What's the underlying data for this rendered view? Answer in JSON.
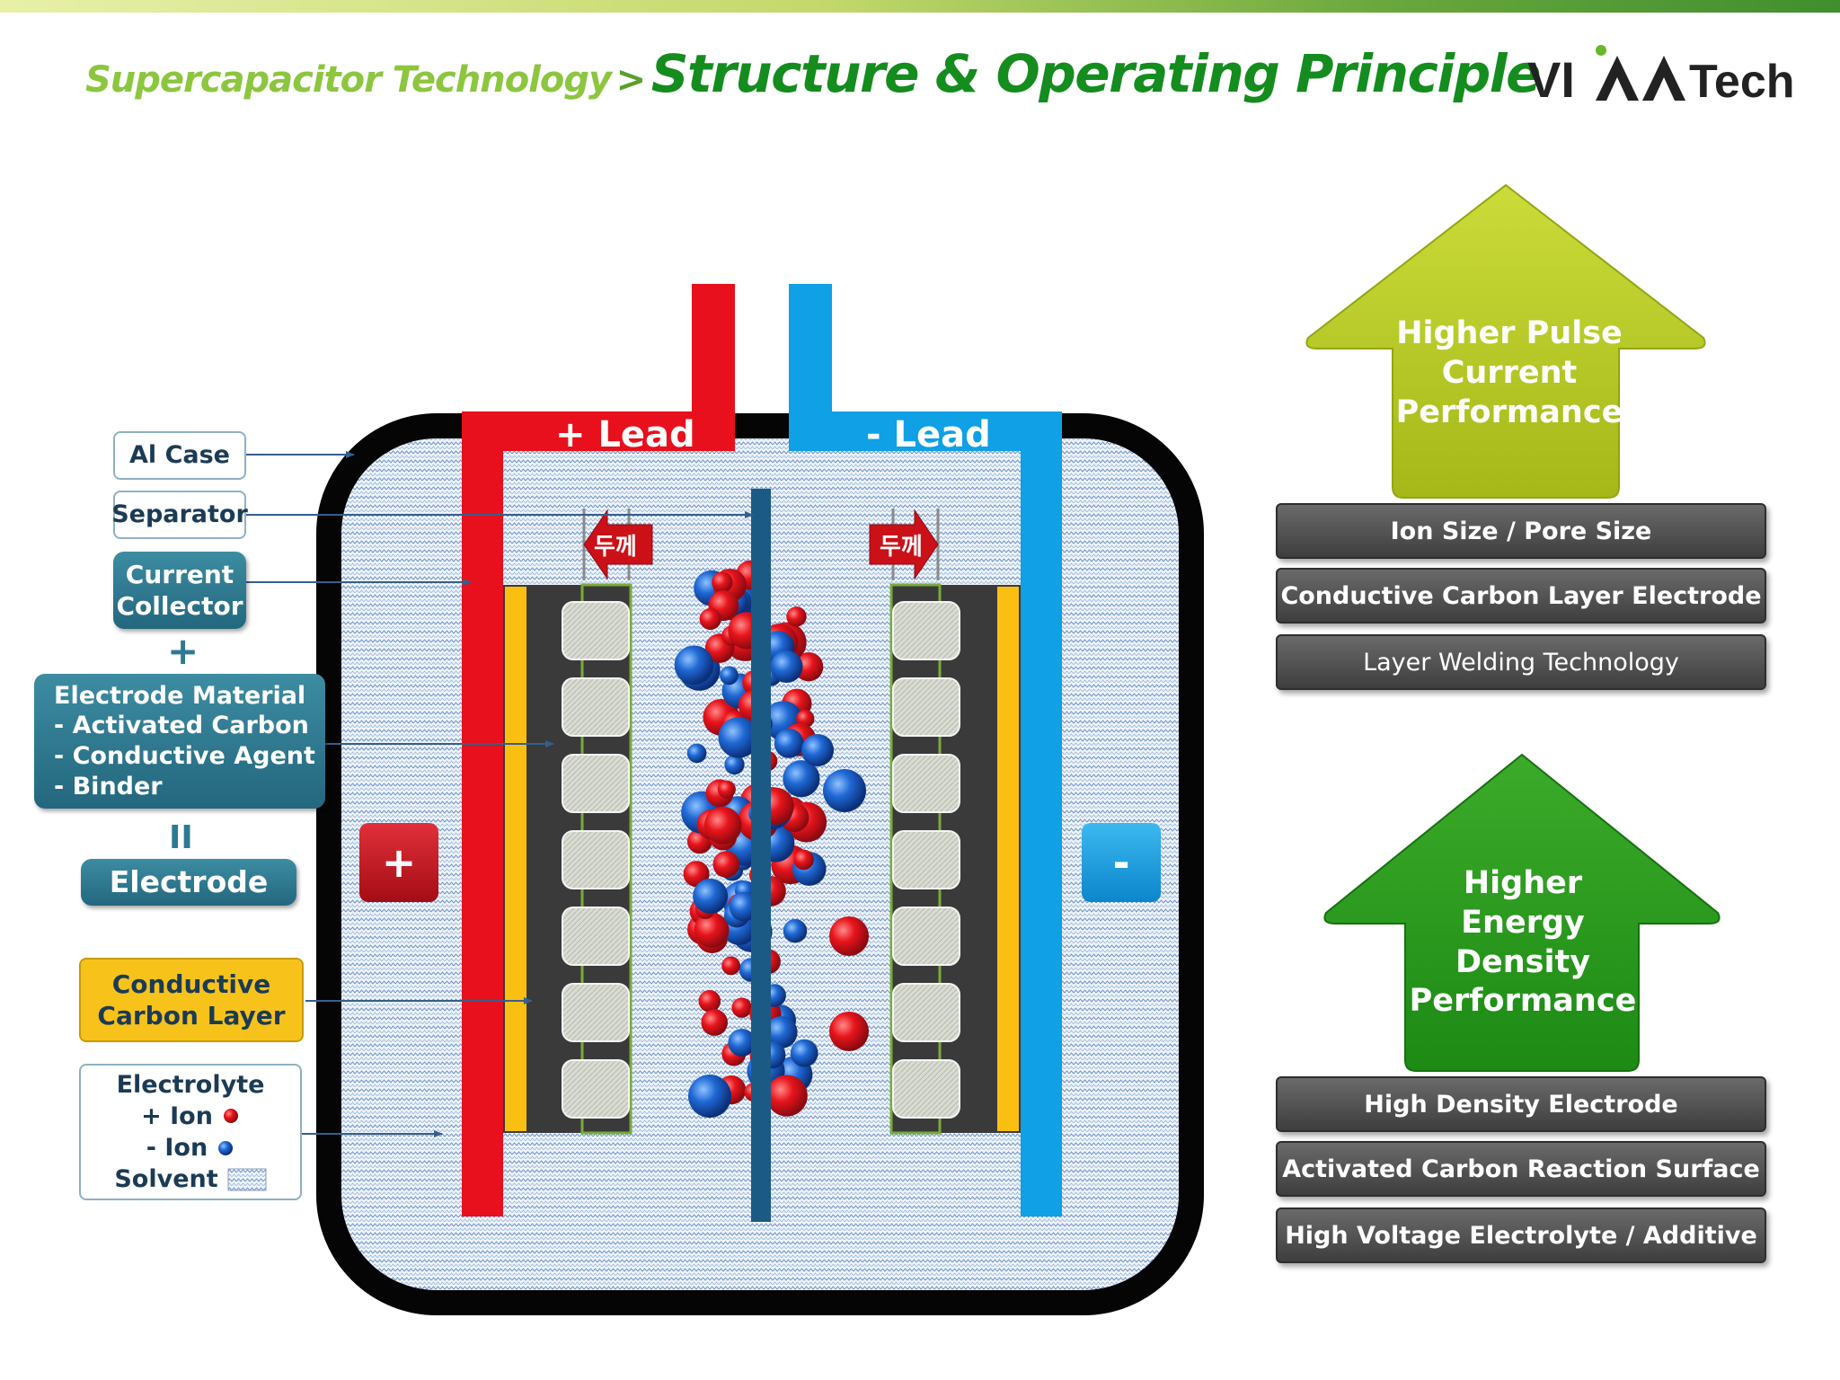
{
  "header": {
    "title_prefix": "Supercapacitor Technology",
    "title_separator": ">",
    "title_main": "Structure & Operating Principle",
    "logo_text_a": "VI",
    "logo_text_b": "Tech"
  },
  "diagram": {
    "plus_lead_label": "+  Lead",
    "minus_lead_label": "-  Lead",
    "thickness_left": "두께",
    "thickness_right": "두께",
    "plus_terminal": "+",
    "minus_terminal": "-"
  },
  "legend": {
    "al_case": "Al Case",
    "separator": "Separator",
    "current_collector_1": "Current",
    "current_collector_2": "Collector",
    "plus_symbol": "+",
    "electrode_material": {
      "title": "Electrode  Material",
      "items": [
        "-  Activated Carbon",
        "-  Conductive Agent",
        "-  Binder"
      ]
    },
    "equals_symbol": "II",
    "electrode": "Electrode",
    "conductive_carbon_1": "Conductive",
    "conductive_carbon_2": "Carbon Layer",
    "electrolyte": {
      "title": "Electrolyte",
      "plus_ion": "+ Ion",
      "minus_ion": "- Ion",
      "solvent": "Solvent"
    }
  },
  "right_panel": {
    "pulse_arrow": {
      "lines": [
        "Higher Pulse",
        "Current",
        "Performance"
      ],
      "color": "#b9cc1e"
    },
    "pulse_bars": [
      "Ion Size / Pore Size",
      "Conductive Carbon Layer Electrode",
      "Layer Welding Technology"
    ],
    "energy_arrow": {
      "lines": [
        "Higher",
        "Energy",
        "Density",
        "Performance"
      ],
      "color": "#2a9a1c"
    },
    "energy_bars": [
      "High Density Electrode",
      "Activated Carbon Reaction Surface",
      "High Voltage Electrolyte / Additive"
    ]
  },
  "colors": {
    "plus": "#e8101c",
    "minus": "#0fa0e6",
    "positive_ion": "#e01e24",
    "negative_ion": "#1e6ed2",
    "conductive_carbon": "#fbbf12",
    "separator": "#1c5a86"
  }
}
